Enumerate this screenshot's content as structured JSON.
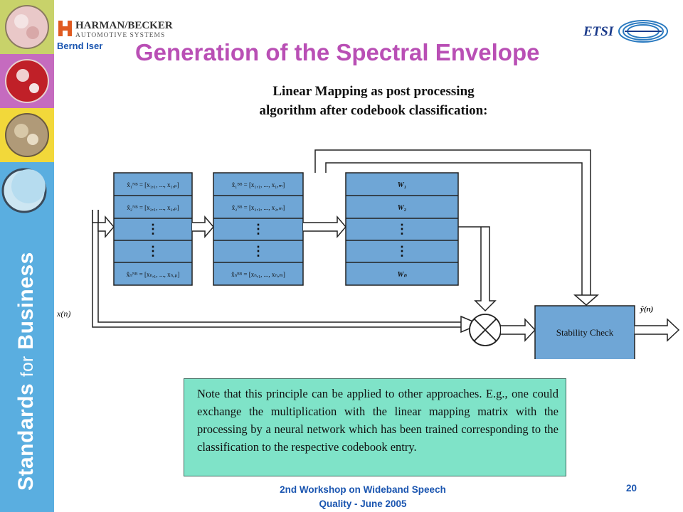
{
  "header": {
    "company_line1": "HARMAN/BECKER",
    "company_line2": "AUTOMOTIVE SYSTEMS",
    "author": "Bernd Iser",
    "etsi_logo_text": "ETSI"
  },
  "sidebar": {
    "tagline_part1": "Standards",
    "tagline_part2": "for",
    "tagline_part3": "Business",
    "tile_colors": [
      "#c8d26a",
      "#c56bbf",
      "#f2d83a",
      "#5aaee0"
    ]
  },
  "slide": {
    "title": "Generation of the Spectral Envelope",
    "subtitle_line1": "Linear Mapping as post processing",
    "subtitle_line2": "algorithm after codebook classification:"
  },
  "diagram": {
    "input_label": "x(n)",
    "output_label": "ŷ(n)",
    "nb_codebook": [
      "x̂₁ᴺᴮ = [x₁,₁, ..., x₁,ₚ]",
      "x̂₂ᴺᴮ = [x₂,₁, ..., x₂,ₚ]",
      "⋮",
      "⋮",
      "x̂ₙᴺᴮ = [xₙ,₁, ..., xₙ,ₚ]"
    ],
    "bb_codebook": [
      "x̂₁ᴮᴮ = [x₁,₁, ..., x₁,ₘ]",
      "x̂₂ᴮᴮ = [x₂,₁, ..., x₂,ₘ]",
      "⋮",
      "⋮",
      "x̂ₙᴮᴮ = [xₙ,₁, ..., xₙ,ₘ]"
    ],
    "mapping_matrices": [
      "W₁",
      "W₂",
      "⋮",
      "⋮",
      "Wₙ"
    ],
    "stability_label": "Stability Check",
    "box_color": "#6fa6d6"
  },
  "note": {
    "text": "Note that this principle can be applied to other approaches. E.g., one could exchange the multiplication with the linear mapping matrix with the processing by a neural network which has been trained corresponding to the classification to the respective codebook entry."
  },
  "footer": {
    "line1": "2nd Workshop on Wideband Speech",
    "line2": "Quality - June 2005",
    "page_number": "20"
  }
}
